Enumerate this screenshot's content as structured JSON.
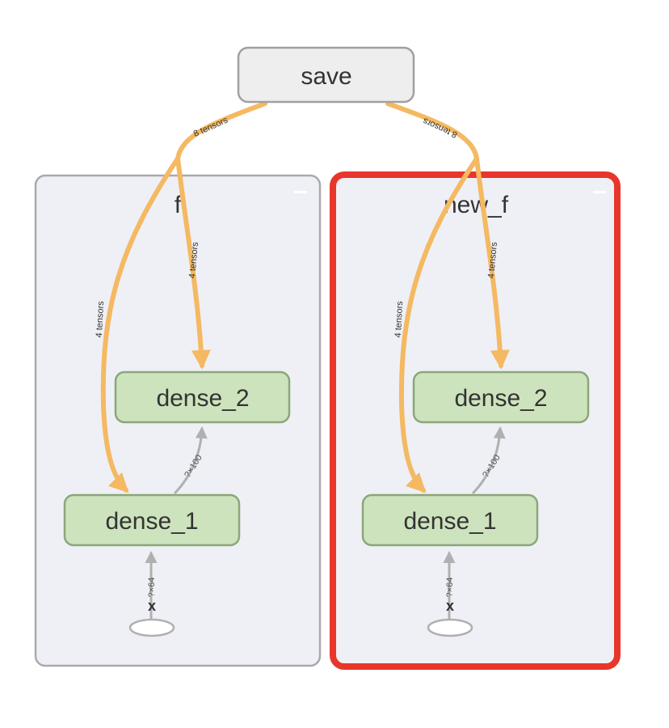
{
  "graph": {
    "save_node": {
      "label": "save"
    },
    "groups": [
      {
        "label": "f",
        "selected": false
      },
      {
        "label": "new_f",
        "selected": true
      }
    ],
    "dense_2_label": "dense_2",
    "dense_1_label": "dense_1",
    "input_label": "x",
    "edge_labels": {
      "save_to_group": "8 tensors",
      "to_dense_2": "4 tensors",
      "to_dense_1": "4 tensors",
      "dense_1_to_dense_2": "?×100",
      "x_to_dense_1": "?×64"
    },
    "colors": {
      "op_fill": "#cde3bd",
      "op_stroke": "#8aa77a",
      "save_fill": "#eeeeee",
      "save_stroke": "#a0a0a0",
      "group_fill": "#eff0f6",
      "group_stroke": "#a9a9ad",
      "selected_stroke": "#e8362b",
      "ref_edge": "#f4b962",
      "data_edge": "#b0b0b0"
    }
  }
}
